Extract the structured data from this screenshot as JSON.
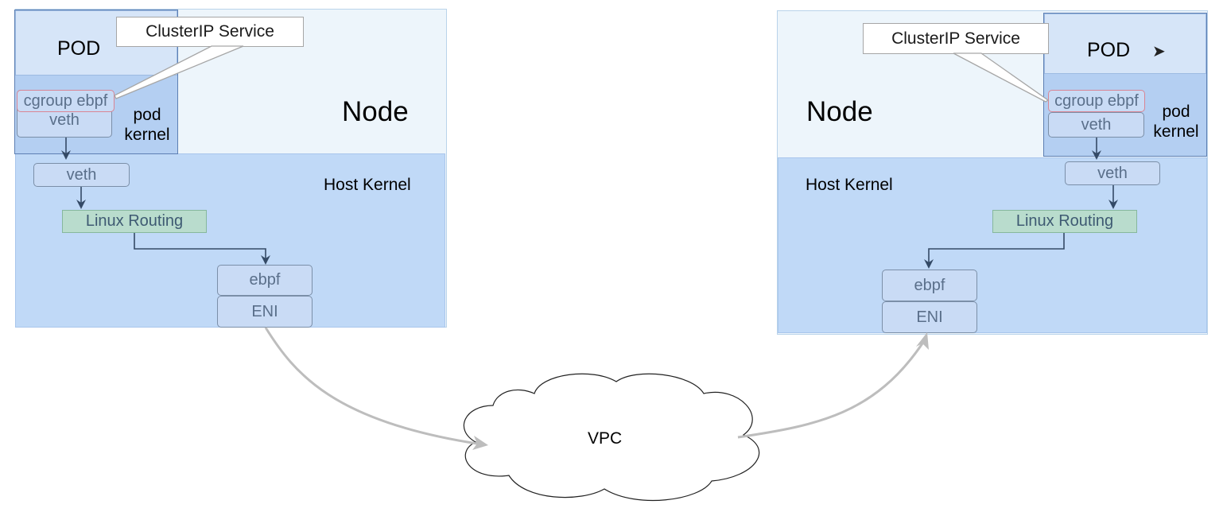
{
  "left_node": {
    "node_label": "Node",
    "host_kernel_label": "Host Kernel",
    "pod_label": "POD",
    "callout_label": "ClusterIP Service",
    "cgroup_label": "cgroup ebpf",
    "pod_veth_label": "veth",
    "pod_kernel_label_line1": "pod",
    "pod_kernel_label_line2": "kernel",
    "host_veth_label": "veth",
    "routing_label": "Linux Routing",
    "ebpf_label": "ebpf",
    "eni_label": "ENI"
  },
  "right_node": {
    "node_label": "Node",
    "host_kernel_label": "Host Kernel",
    "pod_label": "POD",
    "pod_arrow_glyph": "➤",
    "callout_label": "ClusterIP Service",
    "cgroup_label": "cgroup ebpf",
    "pod_veth_label": "veth",
    "pod_kernel_label_line1": "pod",
    "pod_kernel_label_line2": "kernel",
    "host_veth_label": "veth",
    "routing_label": "Linux Routing",
    "ebpf_label": "ebpf",
    "eni_label": "ENI"
  },
  "vpc": {
    "label": "VPC"
  },
  "colors": {
    "node_bg": "#edf5fb",
    "host_kernel_bg": "#c0d9f7",
    "component_fill": "#c9dbf5",
    "routing_fill": "#b9dccd",
    "cgroup_border": "#d98594",
    "arrow_dark": "#344a66",
    "vpc_arrow": "#bdbdbd"
  }
}
